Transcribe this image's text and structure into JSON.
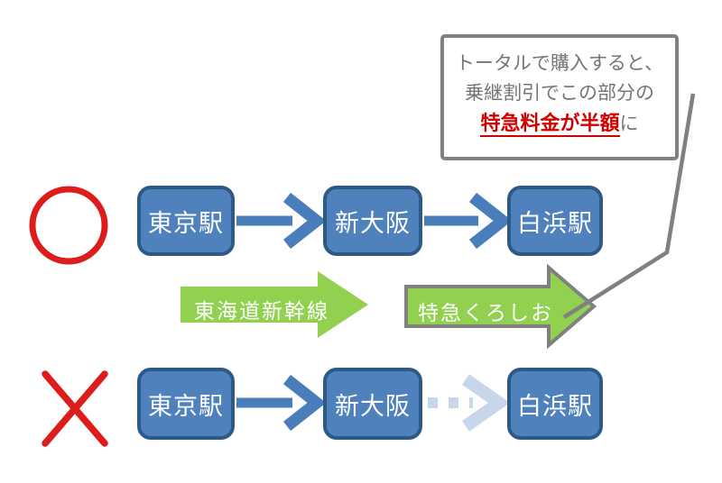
{
  "diagram": {
    "callout": {
      "line1": "トータルで購入すると、",
      "line2": "乗継割引でこの部分の",
      "line3_highlight": "特急料金が半額",
      "line3_suffix": "に"
    },
    "rows": [
      {
        "mark": "circle-correct",
        "stations": [
          "東京駅",
          "新大阪",
          "白浜駅"
        ]
      },
      {
        "mark": "cross-incorrect",
        "stations": [
          "東京駅",
          "新大阪",
          "白浜駅"
        ]
      }
    ],
    "segments": {
      "shinkansen": "東海道新幹線",
      "kuroshio": "特急くろしお"
    },
    "colors": {
      "station_fill": "#4f81bd",
      "station_border": "#2d5986",
      "route_arrow_blue": "#4a7ebb",
      "dashed_arrow_blue": "#c7d6e9",
      "segment_green": "#92d050",
      "outline_gray": "#808080",
      "callout_text_gray": "#757575",
      "highlight_red": "#d00000",
      "mark_red": "#dd1c1c"
    }
  }
}
